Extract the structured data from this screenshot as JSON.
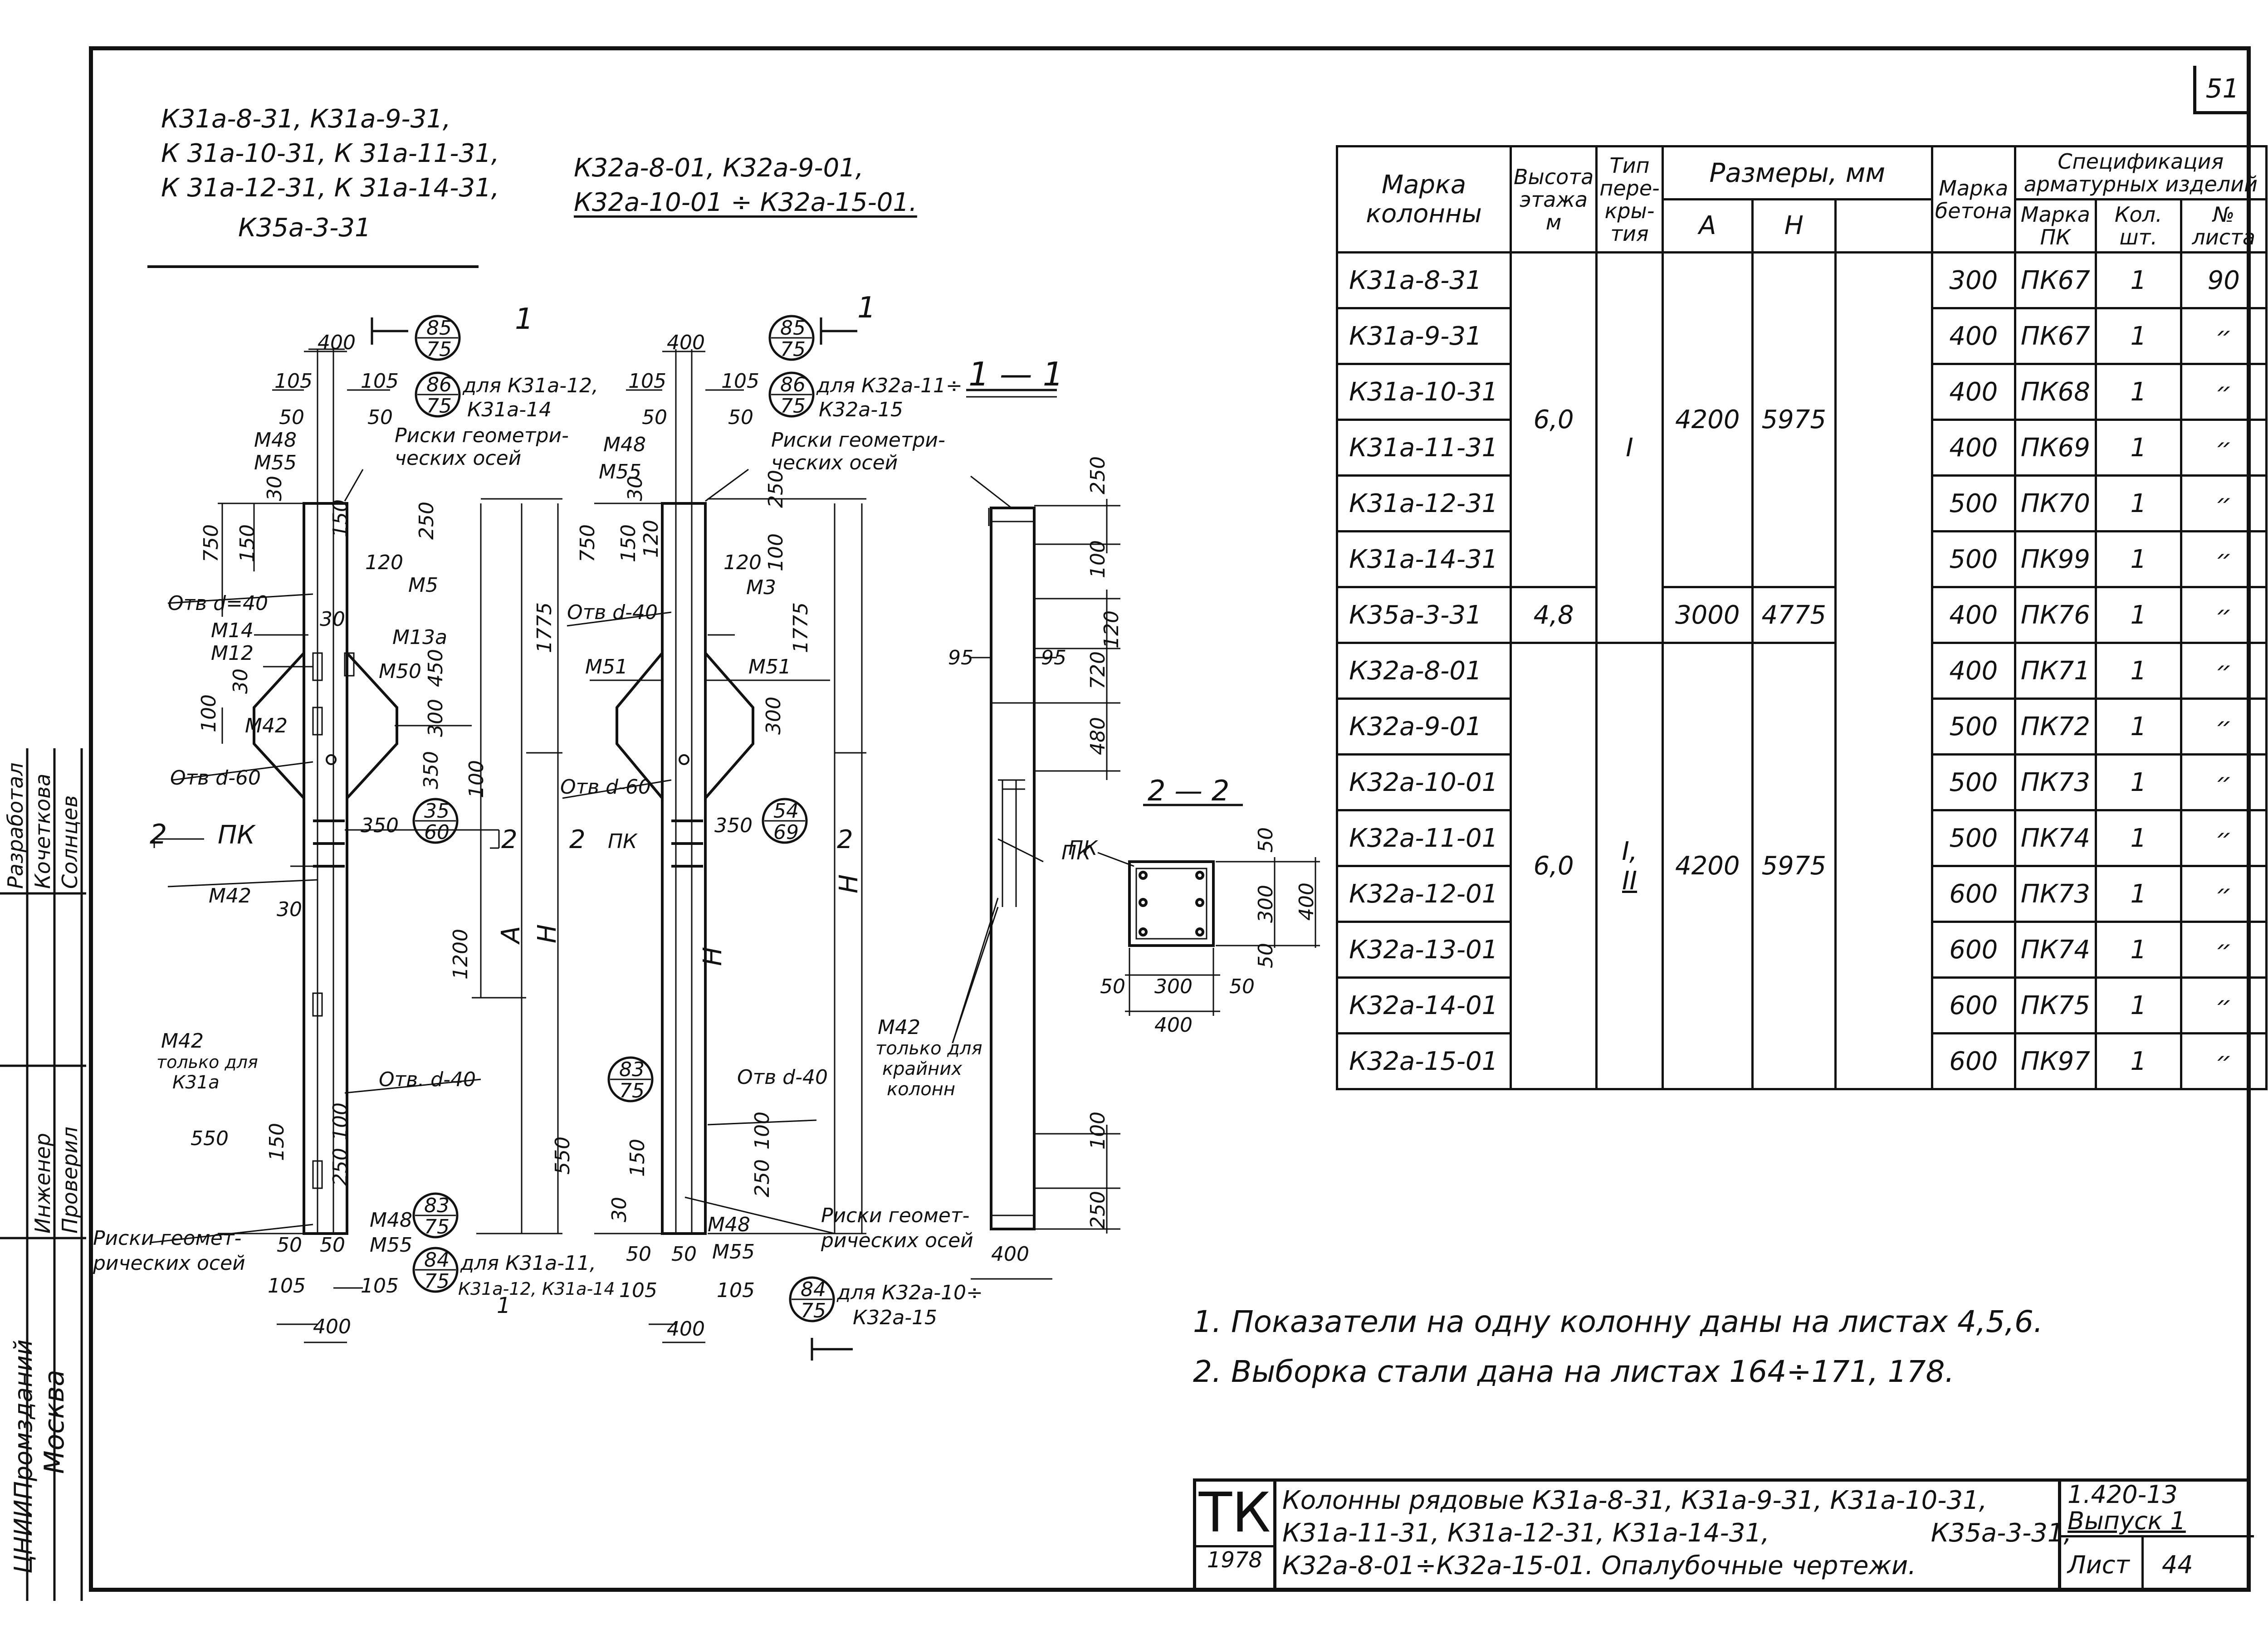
{
  "page_number": "51",
  "header_marks_left": [
    "К31а-8-31, К31а-9-31,",
    "К 31а-10-31, К 31а-11-31,",
    "К 31а-12-31, К 31а-14-31,",
    "К35а-3-31"
  ],
  "header_marks_right": [
    "К32а-8-01, К32а-9-01,",
    "К32а-10-01 ÷ К32а-15-01."
  ],
  "drawing": {
    "left_view": {
      "dims": [
        "400",
        "105",
        "105",
        "50",
        "50",
        "М48",
        "М55",
        "30",
        "750",
        "150",
        "150",
        "250",
        "120",
        "М5",
        "Отв d=40",
        "30",
        "М14",
        "М12",
        "М13а",
        "30",
        "М50",
        "450",
        "100",
        "М42",
        "300",
        "Отв d-60",
        "350",
        "100",
        "350",
        "2",
        "ПК",
        "2",
        "М42",
        "30",
        "1200",
        "А",
        "Н",
        "1775",
        "М42",
        "только для",
        "К31а",
        "Отв. d-40",
        "550",
        "150",
        "100",
        "250",
        "Риски геомет-",
        "рических осей",
        "50",
        "50",
        "М48",
        "М55",
        "105",
        "105",
        "400",
        "1"
      ],
      "callouts": [
        {
          "top": "85",
          "bottom": "75"
        },
        {
          "top": "86",
          "bottom": "75",
          "note": "для К31а-12,",
          "note2": "К31а-14"
        },
        {
          "top": "35",
          "bottom": "60"
        },
        {
          "top": "83",
          "bottom": "75"
        },
        {
          "top": "84",
          "bottom": "75",
          "note": "для К31а-11,",
          "note2": "К31а-12, К31а-14"
        }
      ],
      "section_mark": "1",
      "risks_label": [
        "Риски геометри-",
        "ческих осей"
      ]
    },
    "middle_view": {
      "dims": [
        "400",
        "105",
        "105",
        "50",
        "50",
        "М48",
        "М55",
        "30",
        "750",
        "150",
        "120",
        "250",
        "120",
        "100",
        "М3",
        "Отв d-40",
        "М51",
        "М51",
        "300",
        "Отв d-60",
        "350",
        "2",
        "ПК",
        "2",
        "1775",
        "Н",
        "Отв d-40",
        "550",
        "150",
        "100",
        "250",
        "30",
        "50",
        "50",
        "М48",
        "М55",
        "105",
        "105",
        "400"
      ],
      "callouts": [
        {
          "top": "85",
          "bottom": "75"
        },
        {
          "top": "86",
          "bottom": "75",
          "note": "для К32а-11÷",
          "note2": "К32а-15"
        },
        {
          "top": "54",
          "bottom": "69"
        },
        {
          "top": "83",
          "bottom": "75"
        },
        {
          "top": "84",
          "bottom": "75",
          "note": "для К32а-10÷",
          "note2": "К32а-15"
        }
      ],
      "risks_label": [
        "Риски геометри-",
        "ческих осей"
      ],
      "risks_label_bottom": [
        "Риски геомет-",
        "рических осей"
      ]
    },
    "section_1_1": {
      "title": "1 — 1",
      "dims": [
        "250",
        "100",
        "120",
        "95",
        "95",
        "720",
        "480",
        "ПК",
        "М42",
        "только для",
        "крайних",
        "колонн",
        "100",
        "250",
        "400"
      ]
    },
    "section_2_2": {
      "title": "2 — 2",
      "dims": [
        "ПК",
        "50",
        "300",
        "50",
        "50",
        "300",
        "50",
        "400",
        "400"
      ]
    }
  },
  "table": {
    "headers": {
      "mark": [
        "Марка",
        "колонны"
      ],
      "height": [
        "Высота",
        "этажа",
        "м"
      ],
      "type": [
        "Тип",
        "пере-",
        "кры-",
        "тия"
      ],
      "dims": "Размеры, мм",
      "dim_a": "А",
      "dim_h": "Н",
      "concrete": [
        "Марка",
        "бетона"
      ],
      "spec": [
        "Спецификация",
        "арматурных изделий"
      ],
      "spec_mark": [
        "Марка",
        "ПК"
      ],
      "spec_qty": [
        "Кол.",
        "шт."
      ],
      "spec_sheet": [
        "№",
        "листа"
      ]
    },
    "rows": [
      {
        "mark": "К31а-8-31",
        "concrete": "300",
        "pk": "ПК67",
        "qty": "1",
        "sheet": "90"
      },
      {
        "mark": "К31а-9-31",
        "concrete": "400",
        "pk": "ПК67",
        "qty": "1",
        "sheet": "״"
      },
      {
        "mark": "К31а-10-31",
        "concrete": "400",
        "pk": "ПК68",
        "qty": "1",
        "sheet": "״"
      },
      {
        "mark": "К31а-11-31",
        "concrete": "400",
        "pk": "ПК69",
        "qty": "1",
        "sheet": "״"
      },
      {
        "mark": "К31а-12-31",
        "concrete": "500",
        "pk": "ПК70",
        "qty": "1",
        "sheet": "״"
      },
      {
        "mark": "К31а-14-31",
        "concrete": "500",
        "pk": "ПК99",
        "qty": "1",
        "sheet": "״"
      },
      {
        "mark": "К35а-3-31",
        "concrete": "400",
        "pk": "ПК76",
        "qty": "1",
        "sheet": "״"
      },
      {
        "mark": "К32а-8-01",
        "concrete": "400",
        "pk": "ПК71",
        "qty": "1",
        "sheet": "״"
      },
      {
        "mark": "К32а-9-01",
        "concrete": "500",
        "pk": "ПК72",
        "qty": "1",
        "sheet": "״"
      },
      {
        "mark": "К32а-10-01",
        "concrete": "500",
        "pk": "ПК73",
        "qty": "1",
        "sheet": "״"
      },
      {
        "mark": "К32а-11-01",
        "concrete": "500",
        "pk": "ПК74",
        "qty": "1",
        "sheet": "״"
      },
      {
        "mark": "К32а-12-01",
        "concrete": "600",
        "pk": "ПК73",
        "qty": "1",
        "sheet": "״"
      },
      {
        "mark": "К32а-13-01",
        "concrete": "600",
        "pk": "ПК74",
        "qty": "1",
        "sheet": "״"
      },
      {
        "mark": "К32а-14-01",
        "concrete": "600",
        "pk": "ПК75",
        "qty": "1",
        "sheet": "״"
      },
      {
        "mark": "К32а-15-01",
        "concrete": "600",
        "pk": "ПК97",
        "qty": "1",
        "sheet": "״"
      }
    ],
    "group1": {
      "height": "6,0",
      "type": "I",
      "a": "4200",
      "h": "5975"
    },
    "group2": {
      "height": "4,8",
      "a": "3000",
      "h": "4775"
    },
    "group3": {
      "height": "6,0",
      "type": "I,",
      "type2": "II",
      "a": "4200",
      "h": "5975"
    }
  },
  "notes": [
    "1.  Показатели на одну колонну даны на листах 4,5,6.",
    "2.  Выборка стали дана на листах 164÷171, 178."
  ],
  "title_block": {
    "code": "ТК",
    "year": "1978",
    "title": [
      "Колонны рядовые К31а-8-31, К31а-9-31, К31а-10-31,",
      "К31а-11-31, К31а-12-31, К31а-14-31,                    К35а-3-31,",
      "К32а-8-01÷К32а-15-01. Опалубочные чертежи."
    ],
    "series": "1.420-13",
    "issue": "Выпуск 1",
    "sheet_label": "Лист",
    "sheet_number": "44"
  },
  "stamp": {
    "rows": [
      "Разработал",
      "Кочеткова",
      "Солнцев",
      "Инженер",
      "Проверил"
    ],
    "org": "ЦНИИПромзданий",
    "city": "Москва"
  }
}
